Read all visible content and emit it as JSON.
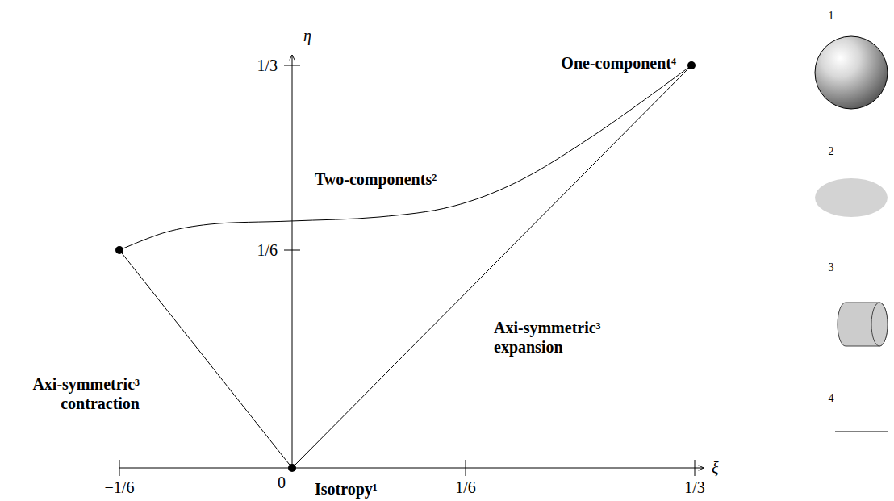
{
  "diagram": {
    "labels": [
      "η",
      "ξ",
      "1/3",
      "1/6",
      "−1/6",
      "0",
      "1/6",
      "1/3",
      "One-component⁴",
      "Two-components²",
      "Axi-symmetric³ expansion",
      "Axi-symmetric³ contraction",
      "Isotropy¹",
      "1",
      "2",
      "3",
      "4"
    ]
  }
}
